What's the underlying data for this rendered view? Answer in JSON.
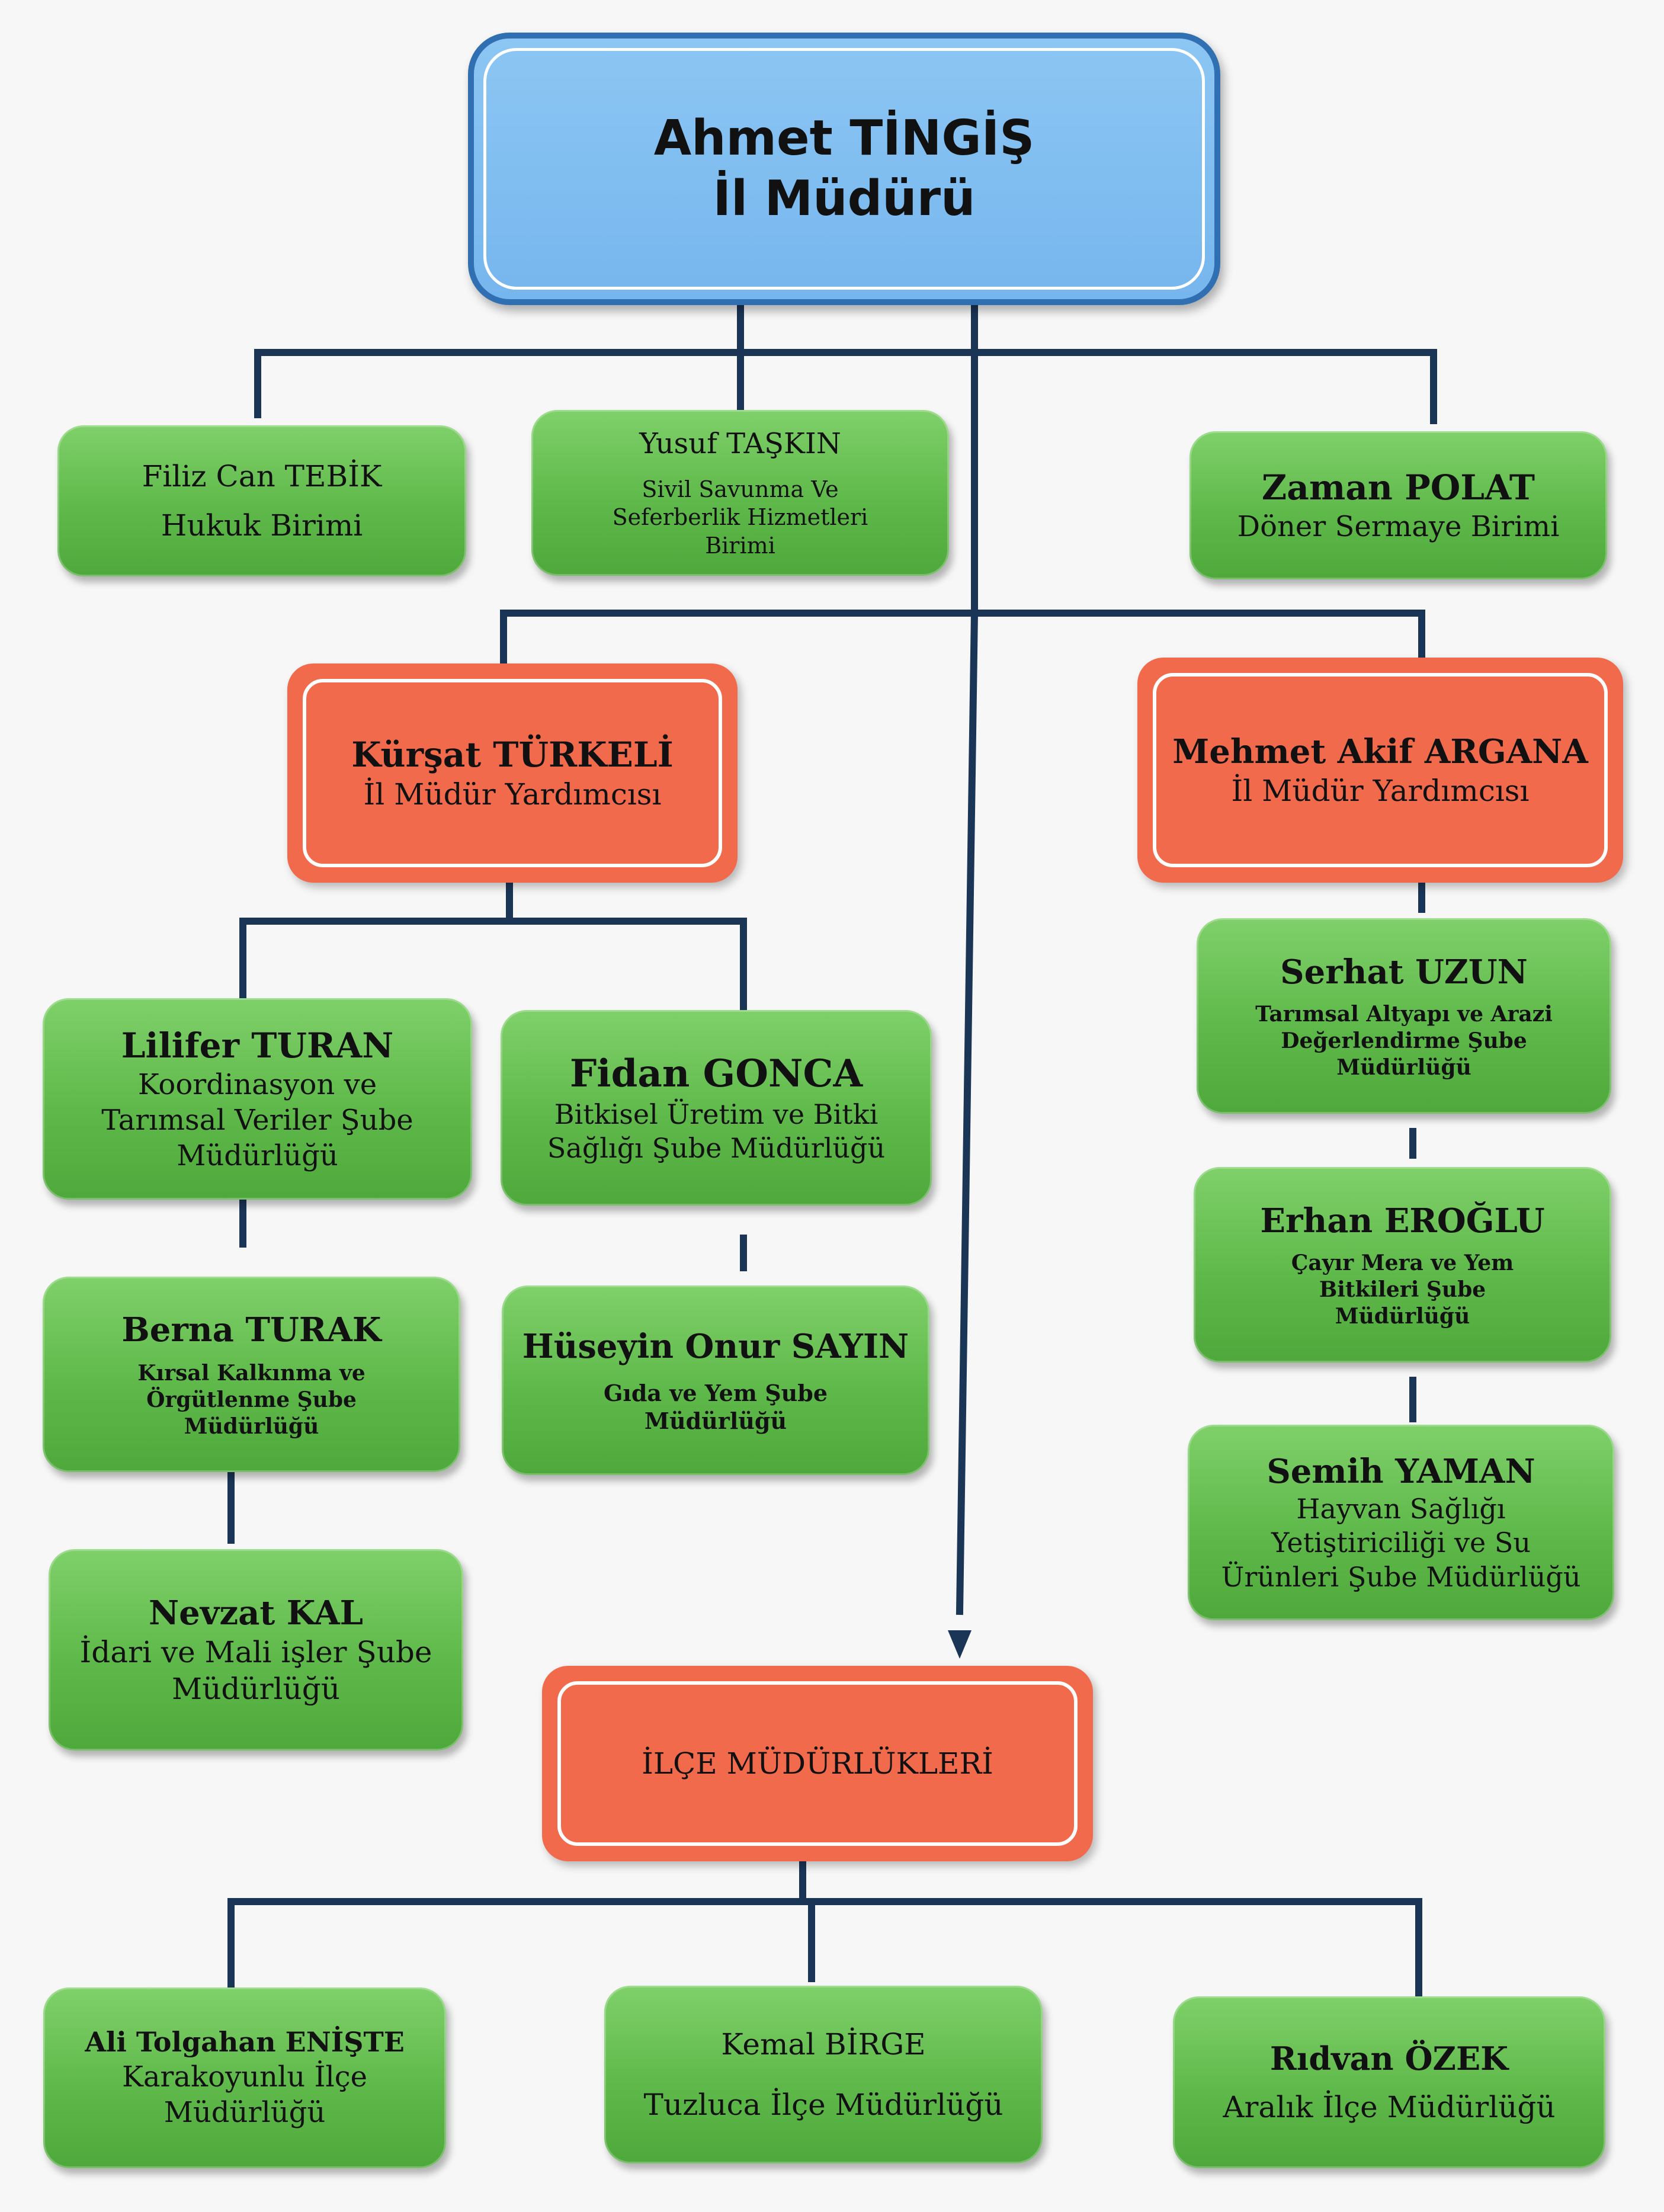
{
  "director": {
    "name": "Ahmet TİNGİŞ",
    "title": "İl Müdürü"
  },
  "units": [
    {
      "name": "Filiz Can TEBİK",
      "dept": "Hukuk Birimi"
    },
    {
      "name": "Yusuf TAŞKIN",
      "dept": "Sivil Savunma Ve Seferberlik Hizmetleri Birimi"
    },
    {
      "name": "Zaman POLAT",
      "dept": "Döner Sermaye Birimi"
    }
  ],
  "deputies": [
    {
      "name": "Kürşat TÜRKELİ",
      "title": "İl Müdür Yardımcısı"
    },
    {
      "name": "Mehmet Akif ARGANA",
      "title": "İl Müdür Yardımcısı"
    }
  ],
  "branches_left": [
    {
      "name": "Lilifer TURAN",
      "dept": "Koordinasyon ve Tarımsal Veriler Şube Müdürlüğü"
    },
    {
      "name": "Berna TURAK",
      "dept": "Kırsal Kalkınma ve Örgütlenme Şube Müdürlüğü"
    },
    {
      "name": "Nevzat KAL",
      "dept": "İdari ve Mali işler Şube Müdürlüğü"
    }
  ],
  "branches_mid": [
    {
      "name": "Fidan GONCA",
      "dept": "Bitkisel Üretim ve Bitki Sağlığı Şube Müdürlüğü"
    },
    {
      "name": "Hüseyin Onur SAYIN",
      "dept": "Gıda ve Yem Şube Müdürlüğü"
    }
  ],
  "branches_right": [
    {
      "name": "Serhat UZUN",
      "dept": "Tarımsal Altyapı ve Arazi Değerlendirme Şube Müdürlüğü"
    },
    {
      "name": "Erhan EROĞLU",
      "dept": "Çayır Mera ve Yem Bitkileri Şube Müdürlüğü"
    },
    {
      "name": "Semih YAMAN",
      "dept": "Hayvan Sağlığı Yetiştiriciliği ve Su Ürünleri Şube Müdürlüğü"
    }
  ],
  "district": {
    "title": "İLÇE MÜDÜRLÜKLERİ"
  },
  "district_offices": [
    {
      "name": "Ali Tolgahan ENİŞTE",
      "dept": "Karakoyunlu İlçe Müdürlüğü"
    },
    {
      "name": "Kemal BİRGE",
      "dept": "Tuzluca İlçe Müdürlüğü"
    },
    {
      "name": "Rıdvan ÖZEK",
      "dept": "Aralık İlçe Müdürlüğü"
    }
  ],
  "colors": {
    "line": "#1b3557",
    "green": "#5fb94a",
    "red": "#f26a4c",
    "blue": "#76b6ee",
    "blue_border": "#2f6fb2"
  }
}
